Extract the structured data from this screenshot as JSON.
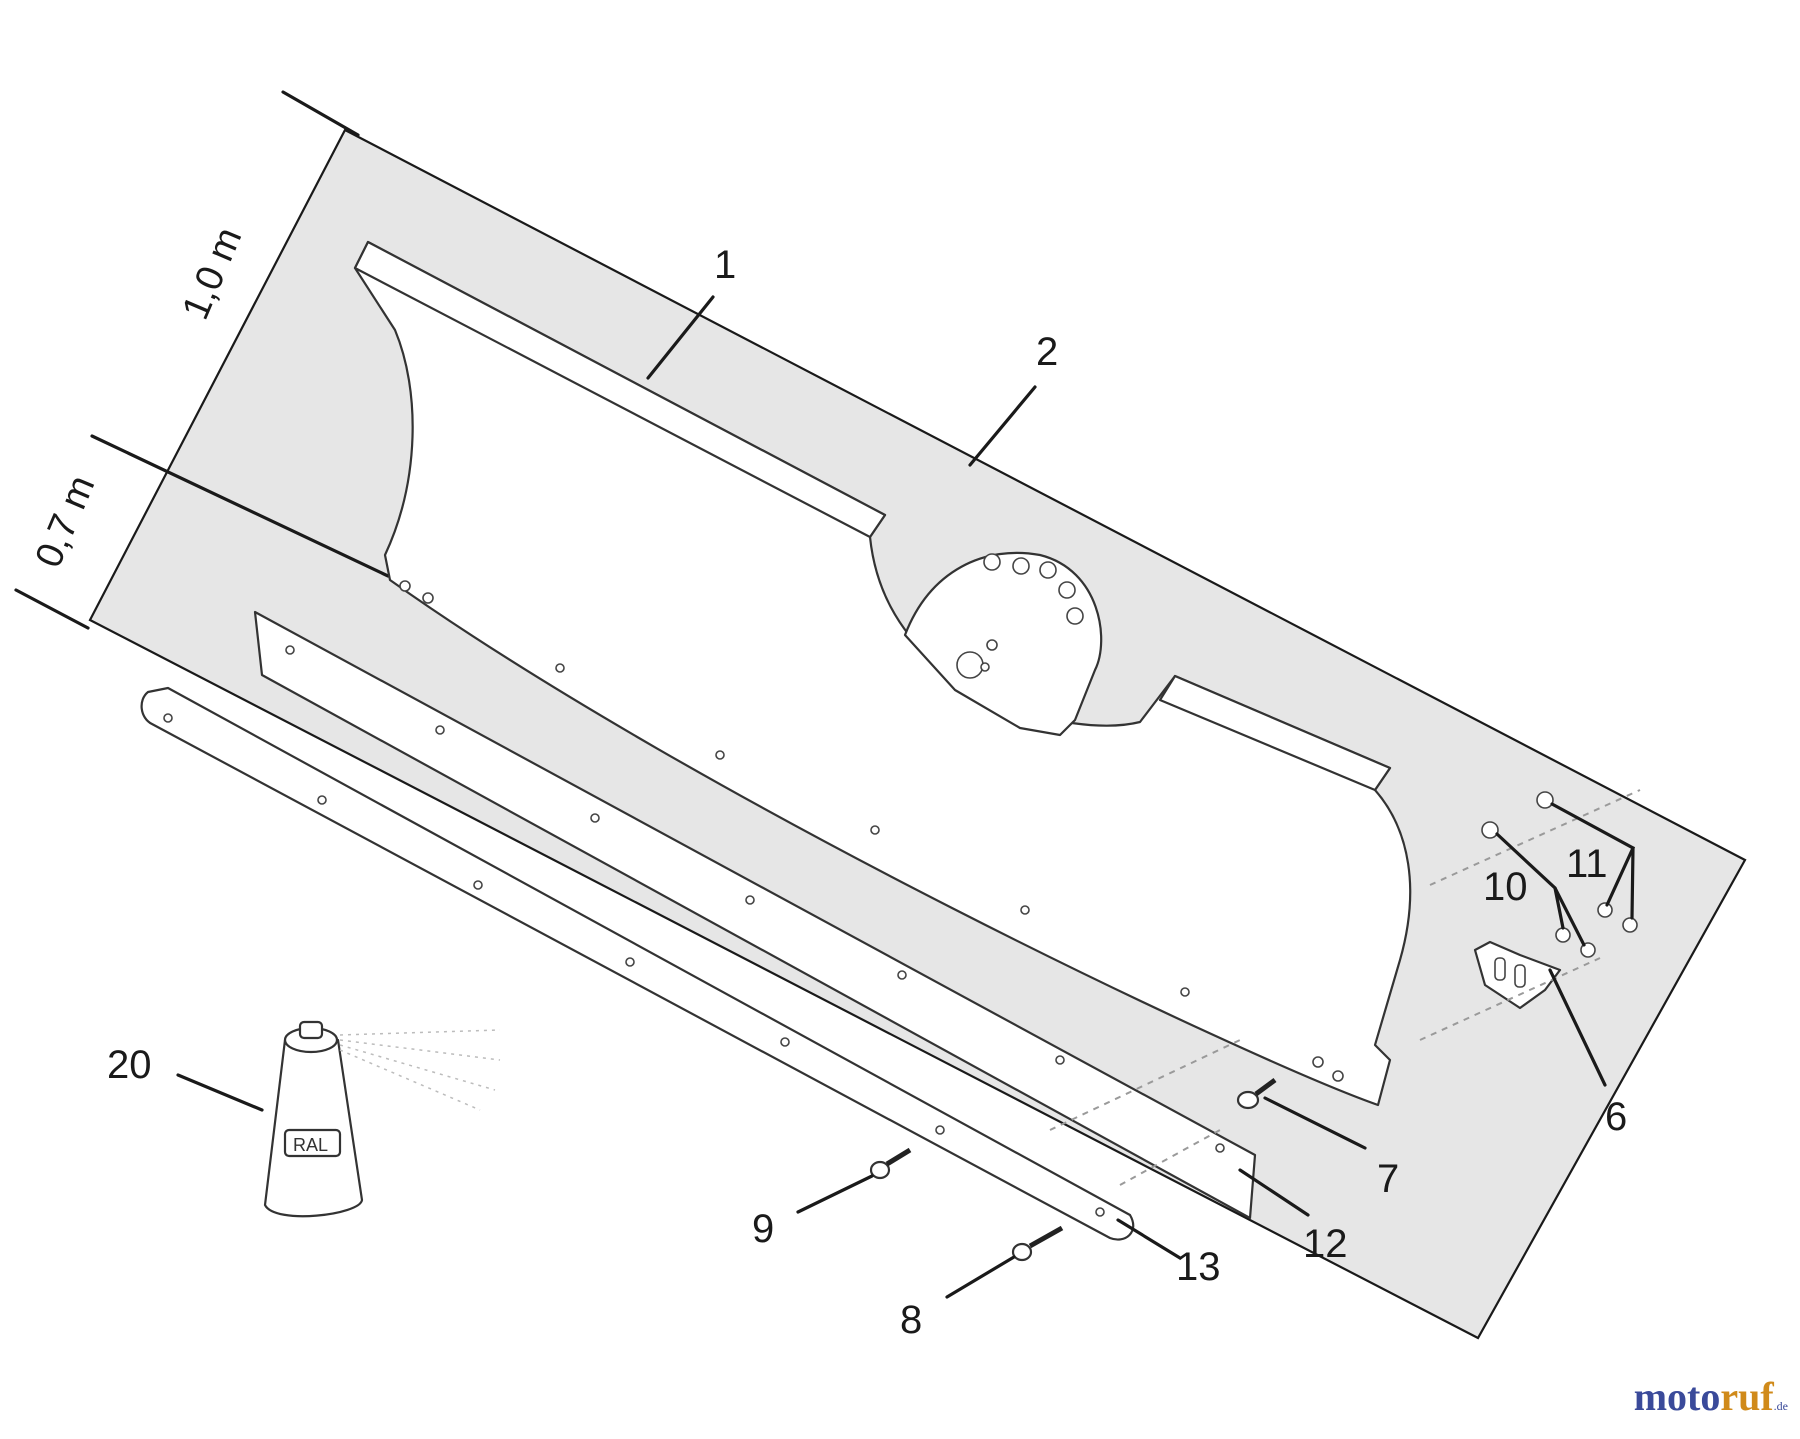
{
  "diagram": {
    "dimensions": {
      "outer": "1,0 m",
      "inner": "0,7 m"
    },
    "parts": {
      "p1": "1",
      "p2": "2",
      "p6": "6",
      "p7": "7",
      "p8": "8",
      "p9": "9",
      "p10": "10",
      "p11": "11",
      "p12": "12",
      "p13": "13",
      "p20": "20"
    },
    "can_label": "RAL",
    "colors": {
      "plate": "#e6e6e6",
      "line": "#1a1a1a"
    }
  },
  "brand": {
    "name_a": "moto",
    "name_b": "ruf",
    "suffix": ".de"
  }
}
